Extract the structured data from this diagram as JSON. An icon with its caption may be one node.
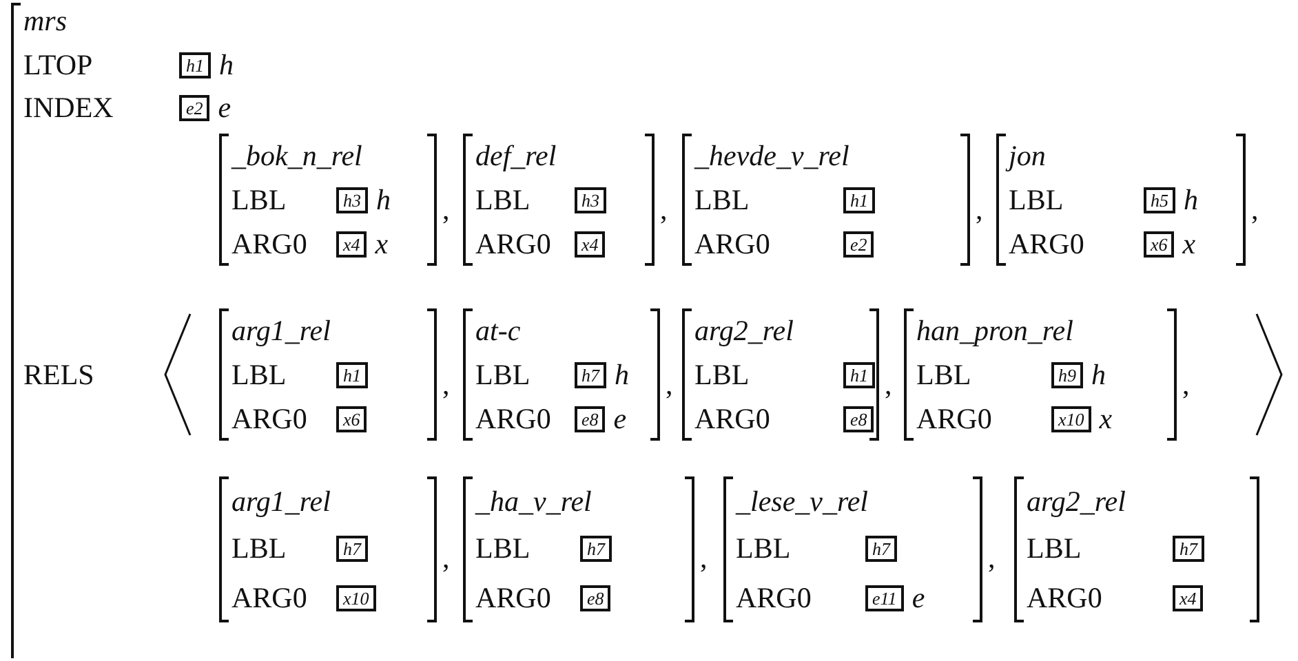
{
  "diagram": {
    "nodes": [
      {
        "text": [
          "mrs",
          "LTOP",
          "INDEX",
          "RELS"
        ]
      },
      {
        "text": [
          "h1"
        ],
        "in": 0,
        "beside": [
          "h"
        ]
      },
      {
        "text": [
          "e2"
        ],
        "in": 0,
        "beside": [
          "e"
        ]
      },
      {
        "text": [
          "_bok_n_rel",
          "LBL",
          "ARG0"
        ],
        "in": 0,
        "beside": [
          ","
        ]
      },
      {
        "text": [
          "h3"
        ],
        "in": 3,
        "beside": [
          "h"
        ]
      },
      {
        "text": [
          "x4"
        ],
        "in": 3,
        "beside": [
          "x"
        ]
      },
      {
        "text": [
          "def_rel",
          "LBL",
          "ARG0"
        ],
        "in": 0,
        "beside": [
          ","
        ]
      },
      {
        "text": [
          "h3"
        ],
        "in": 6
      },
      {
        "text": [
          "x4"
        ],
        "in": 6
      },
      {
        "text": [
          "_hevde_v_rel",
          "LBL",
          "ARG0"
        ],
        "in": 0,
        "beside": [
          ","
        ]
      },
      {
        "text": [
          "h1"
        ],
        "in": 9
      },
      {
        "text": [
          "e2"
        ],
        "in": 9
      },
      {
        "text": [
          "jon",
          "LBL",
          "ARG0"
        ],
        "in": 0,
        "beside": [
          ","
        ]
      },
      {
        "text": [
          "h5"
        ],
        "in": 12,
        "beside": [
          "h"
        ]
      },
      {
        "text": [
          "x6"
        ],
        "in": 12,
        "beside": [
          "x"
        ]
      },
      {
        "text": [
          "arg1_rel",
          "LBL",
          "ARG0"
        ],
        "in": 0,
        "beside": [
          ","
        ]
      },
      {
        "text": [
          "h1"
        ],
        "in": 15
      },
      {
        "text": [
          "x6"
        ],
        "in": 15
      },
      {
        "text": [
          "at-c",
          "LBL",
          "ARG0"
        ],
        "in": 0,
        "beside": [
          ","
        ]
      },
      {
        "text": [
          "h7"
        ],
        "in": 18,
        "beside": [
          "h"
        ]
      },
      {
        "text": [
          "e8"
        ],
        "in": 18,
        "beside": [
          "e"
        ]
      },
      {
        "text": [
          "arg2_rel",
          "LBL",
          "ARG0"
        ],
        "in": 0,
        "beside": [
          ","
        ]
      },
      {
        "text": [
          "h1"
        ],
        "in": 21
      },
      {
        "text": [
          "e8"
        ],
        "in": 21
      },
      {
        "text": [
          "han_pron_rel",
          "LBL",
          "ARG0"
        ],
        "in": 0,
        "beside": [
          ","
        ]
      },
      {
        "text": [
          "h9"
        ],
        "in": 24,
        "beside": [
          "h"
        ]
      },
      {
        "text": [
          "x10"
        ],
        "in": 24,
        "beside": [
          "x"
        ]
      },
      {
        "text": [
          "arg1_rel",
          "LBL",
          "ARG0"
        ],
        "in": 0,
        "beside": [
          ","
        ]
      },
      {
        "text": [
          "h7"
        ],
        "in": 27
      },
      {
        "text": [
          "x10"
        ],
        "in": 27
      },
      {
        "text": [
          "_ha_v_rel",
          "LBL",
          "ARG0"
        ],
        "in": 0,
        "beside": [
          ","
        ]
      },
      {
        "text": [
          "h7"
        ],
        "in": 30
      },
      {
        "text": [
          "e8"
        ],
        "in": 30
      },
      {
        "text": [
          "_lese_v_rel",
          "LBL",
          "ARG0"
        ],
        "in": 0,
        "beside": [
          ","
        ]
      },
      {
        "text": [
          "h7"
        ],
        "in": 33
      },
      {
        "text": [
          "e11"
        ],
        "in": 33,
        "beside": [
          "e"
        ]
      },
      {
        "text": [
          "arg2_rel",
          "LBL",
          "ARG0"
        ],
        "in": 0
      },
      {
        "text": [
          "h7"
        ],
        "in": 36
      },
      {
        "text": [
          "x4"
        ],
        "in": 36
      }
    ]
  }
}
